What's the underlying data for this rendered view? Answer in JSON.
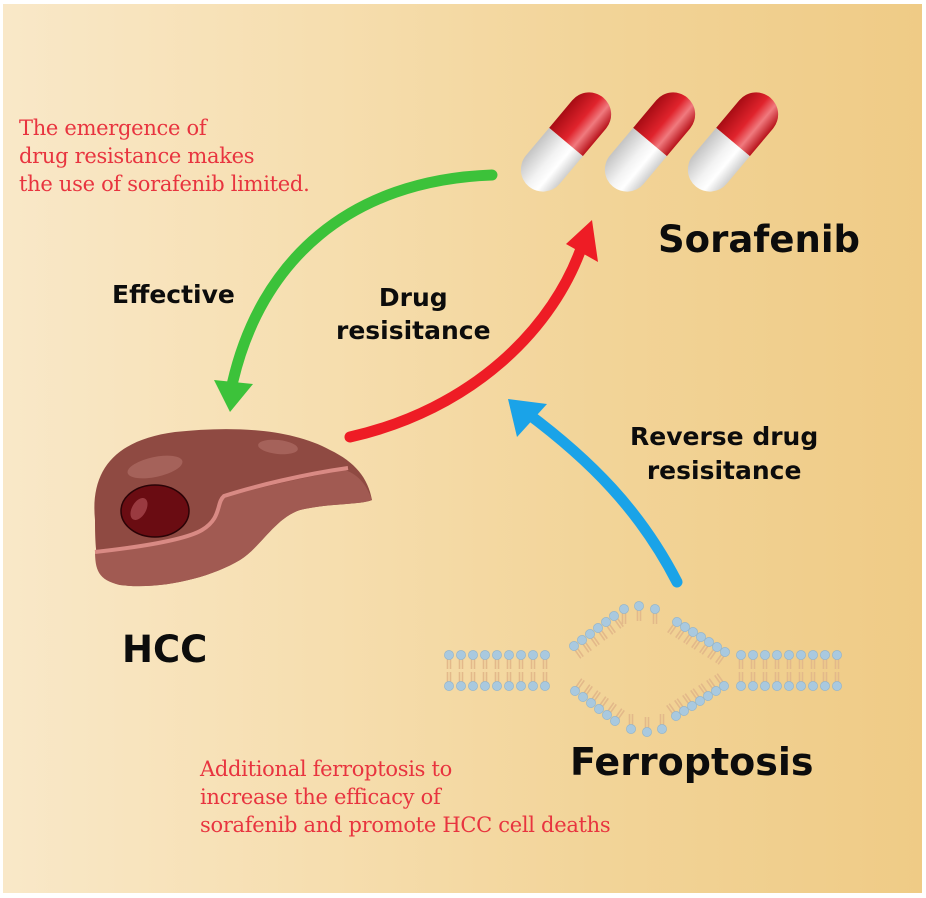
{
  "diagram": {
    "nodes": {
      "sorafenib": {
        "label": "Sorafenib",
        "icon": "capsule-pills-icon",
        "capsule_count": 3
      },
      "hcc": {
        "label": "HCC",
        "icon": "liver-tumor-icon"
      },
      "ferroptosis": {
        "label": "Ferroptosis",
        "icon": "lipid-bilayer-pore-icon"
      }
    },
    "edges": [
      {
        "from": "sorafenib",
        "to": "hcc",
        "label": "Effective",
        "color": "#3cc23a"
      },
      {
        "from": "hcc",
        "to": "sorafenib",
        "label": "Drug\nresisitance",
        "color": "#ee1c25"
      },
      {
        "from": "ferroptosis",
        "to": "drug-resistance-edge",
        "label": "Reverse drug\nresisitance",
        "color": "#1aa3e8"
      }
    ],
    "notes": {
      "top_left": "The emergence of\ndrug resistance makes\nthe use of sorafenib limited.",
      "bottom": "Additional ferroptosis to\nincrease the efficacy of\nsorafenib and promote HCC cell deaths"
    },
    "colors": {
      "note_text": "#e8343f",
      "capsule_red": "#d0121c",
      "capsule_white": "#e4e4e4",
      "liver": "#8f4a42",
      "tumor": "#6a0c12",
      "lipid_head": "#a9c9df",
      "background_left": "#f9e8c8",
      "background_right": "#efcb86"
    }
  }
}
